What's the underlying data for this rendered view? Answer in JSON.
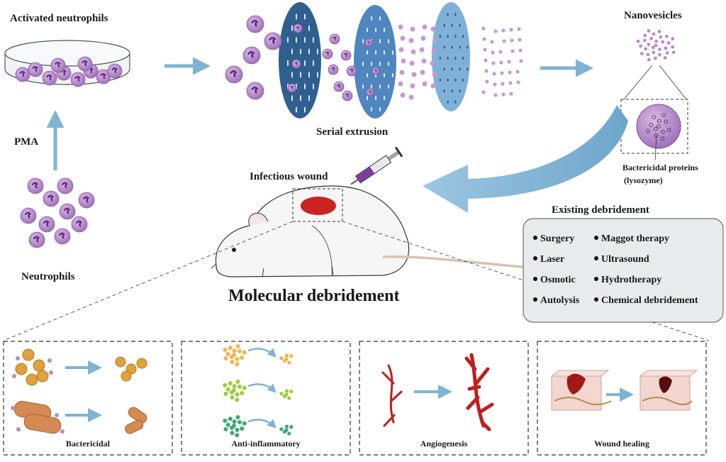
{
  "labels": {
    "activated_neutrophils": "Activated neutrophils",
    "pma": "PMA",
    "neutrophils": "Neutrophils",
    "serial_extrusion": "Serial extrusion",
    "nanovesicles": "Nanovesicles",
    "bactericidal_proteins_line1": "Bactericidal proteins",
    "bactericidal_proteins_line2": "(lysozyme)",
    "infectious_wound": "Infectious wound",
    "molecular_debridement": "Molecular debridement",
    "existing_debridement": "Existing debridement"
  },
  "existing_methods": [
    "Surgery",
    "Maggot therapy",
    "Laser",
    "Ultrasound",
    "Osmotic",
    "Hydrotherapy",
    "Autolysis",
    "Chemical debridement"
  ],
  "effects": [
    {
      "label": "Bactericidal"
    },
    {
      "label": "Anti-inflammatory"
    },
    {
      "label": "Angiogenesis"
    },
    {
      "label": "Wound healing"
    }
  ],
  "colors": {
    "cell": "#b98ac9",
    "cell_dark": "#8a5aa6",
    "arrow": "#7fb3d3",
    "membrane_dark": "#2f5f8f",
    "membrane_mid": "#4f86bf",
    "membrane_light": "#7fb0d8",
    "wound": "#cc2222"
  }
}
